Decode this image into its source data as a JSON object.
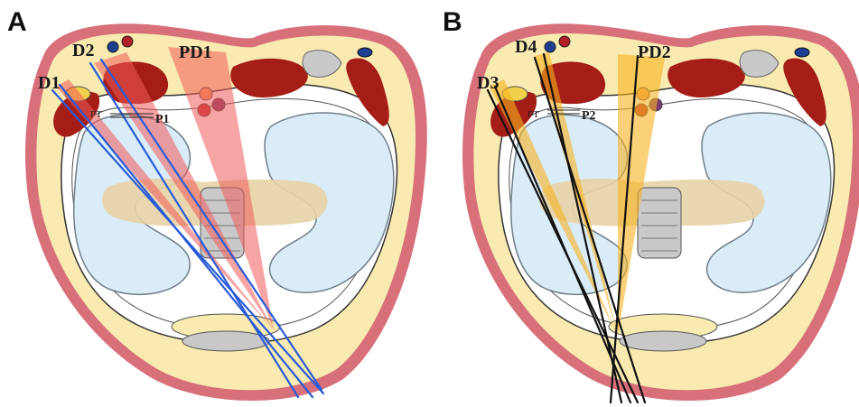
{
  "panels": [
    {
      "letter": "A",
      "labels": {
        "d1": "D1",
        "d2": "D2",
        "pd": "PD1",
        "pt": "PT",
        "p": "P1"
      },
      "needle_color": "#2a5bd7",
      "cone_color": "#f15a5a"
    },
    {
      "letter": "B",
      "labels": {
        "d1": "D3",
        "d2": "D4",
        "pd": "PD2",
        "pt": "PT",
        "p": "P2"
      },
      "needle_color": "#111111",
      "cone_color": "#f7b21f"
    }
  ],
  "colors": {
    "skin": "#d8707a",
    "fat": "#f8eab0",
    "muscle": "#a51d17",
    "bone": "#daecf7",
    "bone_outline": "#6f7f8a",
    "fossa": "#e7d3a6"
  }
}
